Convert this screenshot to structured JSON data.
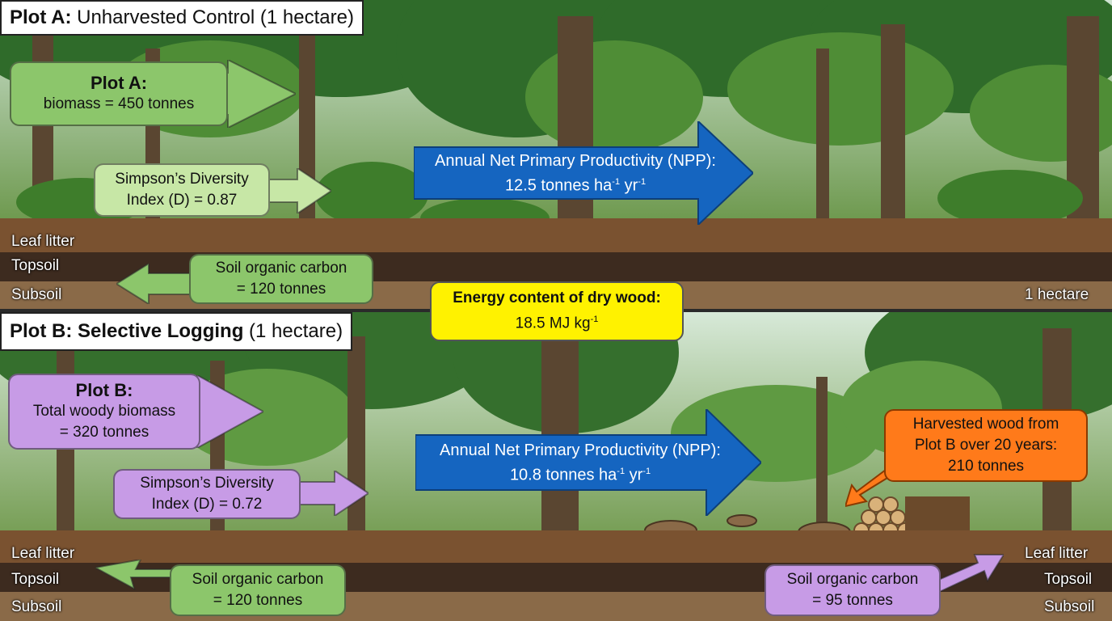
{
  "plot_a": {
    "title_bold": "Plot A:",
    "title_rest": " Unharvested Control (1 hectare)",
    "biomass_head": "Plot A:",
    "biomass_text": "biomass = 450 tonnes",
    "simpson_line1": "Simpson’s Diversity",
    "simpson_line2": "Index (D) = 0.87",
    "npp_line1": "Annual Net Primary Productivity (NPP):",
    "npp_value": "12.5 tonnes ha",
    "npp_unit_mid": " yr",
    "npp_exp": "-1",
    "soil_line1": "Soil organic carbon",
    "soil_line2": "= 120 tonnes",
    "layers": [
      "Leaf litter",
      "Topsoil",
      "Subsoil"
    ],
    "area_label": "1 hectare"
  },
  "energy": {
    "head": "Energy content of dry wood:",
    "value": "18.5 MJ kg",
    "exp": "-1"
  },
  "plot_b": {
    "title_bold": "Plot B: Selective Logging",
    "title_rest": " (1 hectare)",
    "biomass_head": "Plot B:",
    "biomass_line1": "Total woody biomass",
    "biomass_line2": "= 320 tonnes",
    "simpson_line1": "Simpson’s Diversity",
    "simpson_line2": "Index (D) = 0.72",
    "npp_line1": "Annual Net Primary Productivity (NPP):",
    "npp_value": "10.8 tonnes ha",
    "npp_unit_mid": " yr",
    "npp_exp": "-1",
    "harvest_line1": "Harvested wood from",
    "harvest_line2": "Plot B over 20 years:",
    "harvest_line3": "210 tonnes",
    "soil_left_line1": "Soil organic carbon",
    "soil_left_line2": "= 120 tonnes",
    "soil_right_line1": "Soil organic carbon",
    "soil_right_line2": "= 95 tonnes",
    "layers_left": [
      "Leaf litter",
      "Topsoil",
      "Subsoil"
    ],
    "layers_right": [
      "Leaf litter",
      "Topsoil",
      "Subsoil"
    ]
  },
  "colors": {
    "green_box": "#8cc66b",
    "light_green_box": "#c7e7a6",
    "purple_box": "#c79be6",
    "npp_blue": "#1565c0",
    "energy_yellow": "#fff200",
    "harvest_orange": "#ff7a1a"
  }
}
